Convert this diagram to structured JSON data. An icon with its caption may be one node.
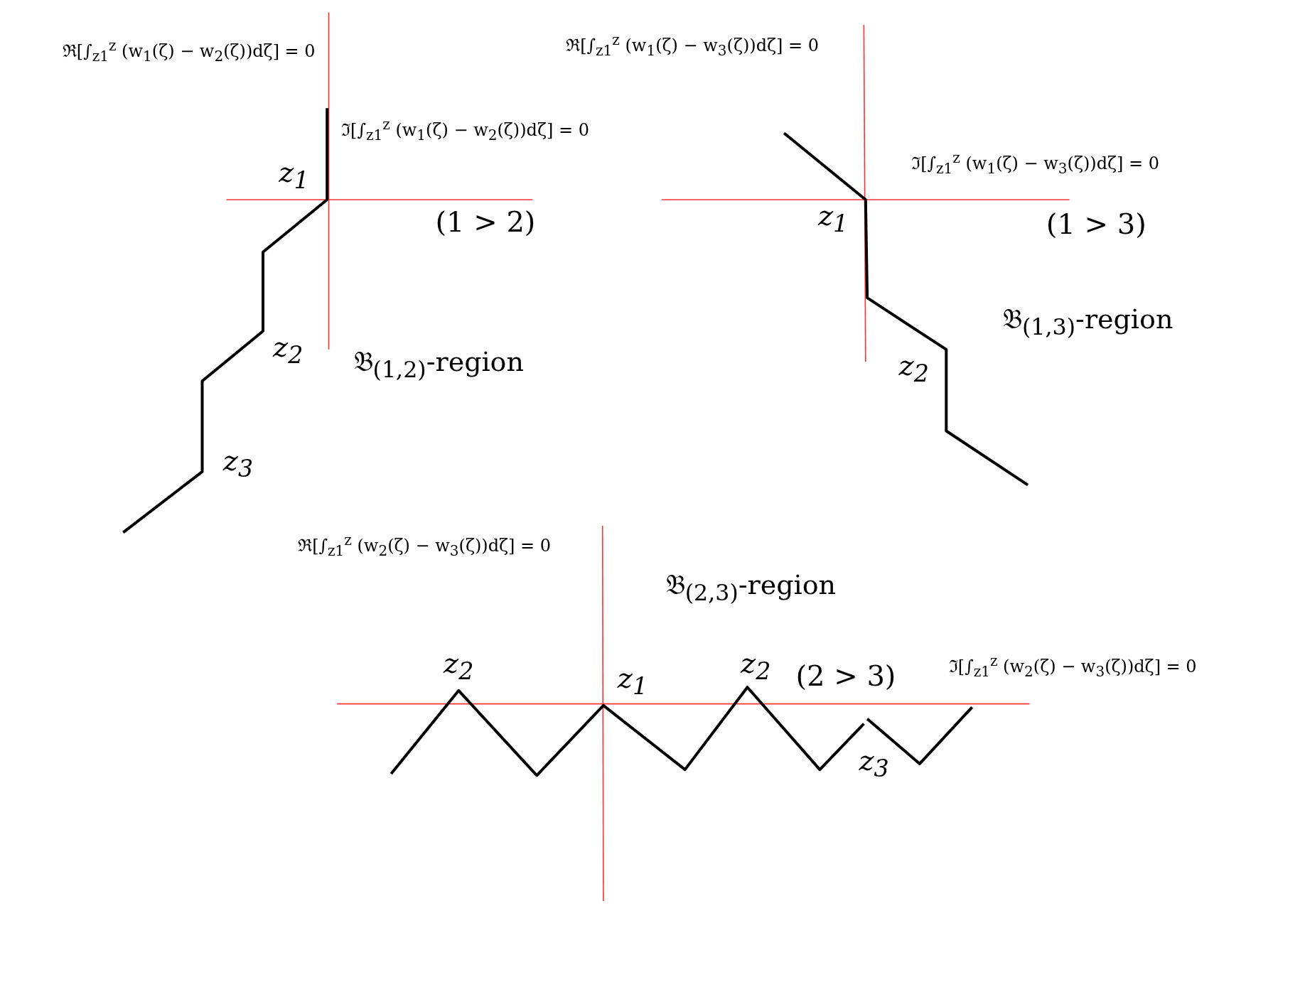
{
  "diagram": {
    "labels": [
      "ℜ[∫$_{z1}$$^{z}$ (w$_{1}$(ζ) − w$_{2}$(ζ))dζ] = 0",
      "ℑ[∫$_{z1}$$^{z}$ (w$_{1}$(ζ) − w$_{2}$(ζ))dζ] = 0",
      "z$_{1}$",
      "(1 > 2)",
      "z$_{2}$",
      "𝔅$_{(1,2)}$-region",
      "z$_{3}$",
      "ℜ[∫$_{z1}$$^{z}$ (w$_{1}$(ζ) − w$_{3}$(ζ))dζ] = 0",
      "ℑ[∫$_{z1}$$^{z}$ (w$_{1}$(ζ) − w$_{3}$(ζ))dζ] = 0",
      "z$_{1}$",
      "(1 > 3)",
      "𝔅$_{(1,3)}$-region",
      "z$_{2}$",
      "ℜ[∫$_{z1}$$^{z}$ (w$_{2}$(ζ) − w$_{3}$(ζ))dζ] = 0",
      "𝔅$_{(2,3)}$-region",
      "z$_{2}$",
      "ℑ[∫$_{z1}$$^{z}$ (w$_{2}$(ζ) − w$_{3}$(ζ))dζ] = 0",
      "z$_{1}$",
      "z$_{2}$",
      "(2 > 3)",
      "z$_{3}$"
    ]
  }
}
